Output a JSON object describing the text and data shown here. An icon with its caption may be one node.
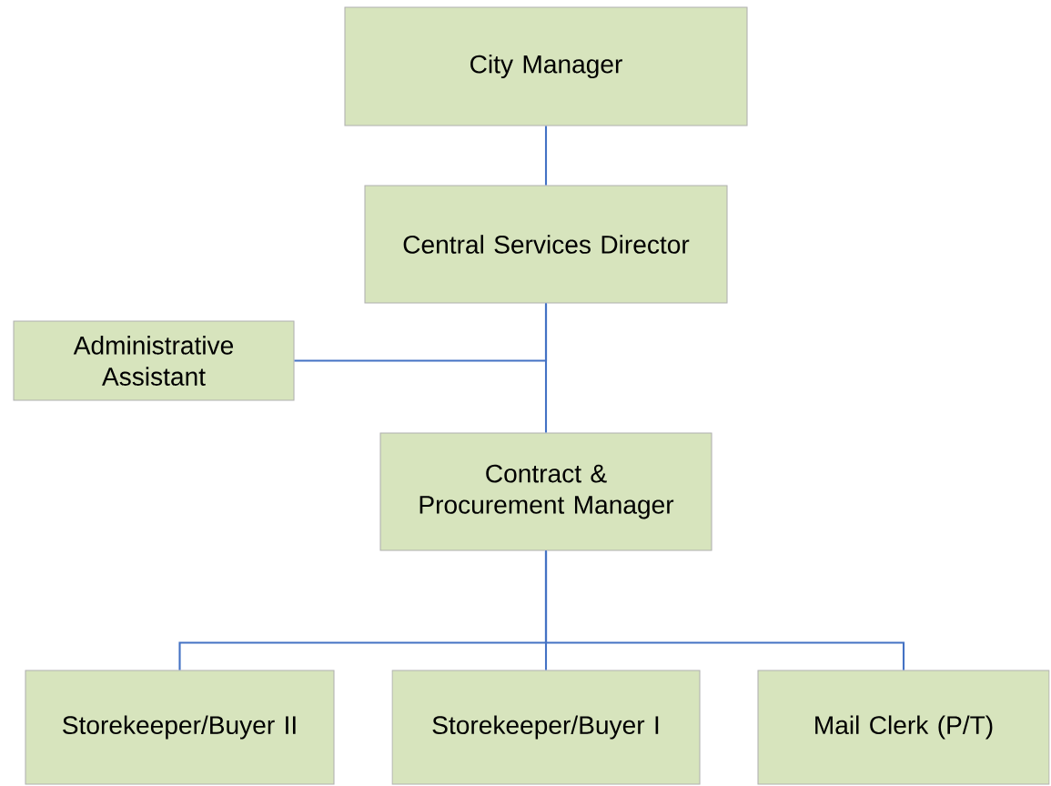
{
  "diagram": {
    "nodes": [
      {
        "text": [
          "City Manager"
        ]
      },
      {
        "text": [
          "Central Services Director"
        ]
      },
      {
        "text": [
          "Administrative Assistant"
        ]
      },
      {
        "text": [
          "Contract & Procurement Manager"
        ]
      },
      {
        "text": [
          "Storekeeper/Buyer II"
        ]
      },
      {
        "text": [
          "Storekeeper/Buyer I"
        ]
      },
      {
        "text": [
          "Mail Clerk (P/T)"
        ]
      }
    ],
    "edges": [
      {
        "from": 0,
        "to": 1,
        "arrow": "none"
      },
      {
        "from": 1,
        "to": 3,
        "arrow": "none"
      },
      {
        "from": 1,
        "to": 2,
        "arrow": "none"
      },
      {
        "from": 3,
        "to": 4,
        "arrow": "none"
      },
      {
        "from": 3,
        "to": 5,
        "arrow": "none"
      },
      {
        "from": 3,
        "to": 6,
        "arrow": "none"
      }
    ]
  }
}
